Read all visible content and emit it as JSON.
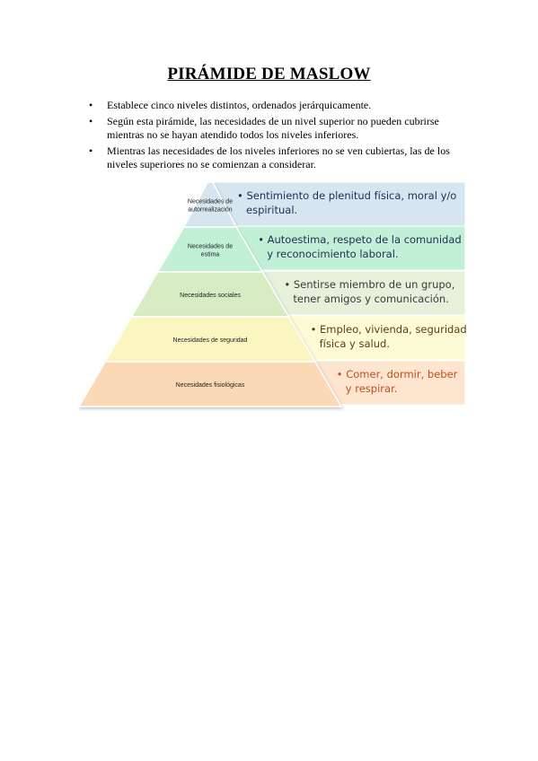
{
  "title": "PIRÁMIDE DE MASLOW",
  "bullets": [
    "Establece cinco niveles distintos, ordenados jerárquicamente.",
    "Según esta pirámide, las necesidades de un nivel superior no pueden cubrirse mientras no se hayan atendido todos los niveles inferiores.",
    "Mientras las necesidades de los niveles inferiores no se ven cubiertas, las de los niveles superiores no se comienzan a considerar."
  ],
  "pyramid": [
    {
      "label_lines": [
        "Necesidades de",
        "autorrealización"
      ],
      "desc_lines": [
        "• Sentimiento de plenitud física, moral y/o",
        "espiritual."
      ],
      "fill": "#d6e6f1",
      "box_fill": "#d6e6f1",
      "text_color": "#1f2d55"
    },
    {
      "label_lines": [
        "Necesidades de",
        "estima"
      ],
      "desc_lines": [
        "• Autoestima, respeto de la comunidad",
        "y reconocimiento laboral."
      ],
      "fill": "#c2f0d6",
      "box_fill": "#c2f0d6",
      "text_color": "#1f2d55"
    },
    {
      "label_lines": [
        "Necesidades sociales"
      ],
      "desc_lines": [
        "• Sentirse miembro de un grupo,",
        "tener amigos y comunicación."
      ],
      "fill": "#d7ecc3",
      "box_fill": "#e6f1db",
      "text_color": "#3a3a3a"
    },
    {
      "label_lines": [
        "Necesidades de seguridad"
      ],
      "desc_lines": [
        "• Empleo, vivienda, seguridad",
        "física y salud."
      ],
      "fill": "#fbf6c0",
      "box_fill": "#fdfbd6",
      "text_color": "#5a3e10"
    },
    {
      "label_lines": [
        "Necesidades fisiológicas"
      ],
      "desc_lines": [
        "• Comer, dormir, beber",
        "y respirar."
      ],
      "fill": "#fbd8b6",
      "box_fill": "#fde5cf",
      "text_color": "#c0501a"
    }
  ]
}
